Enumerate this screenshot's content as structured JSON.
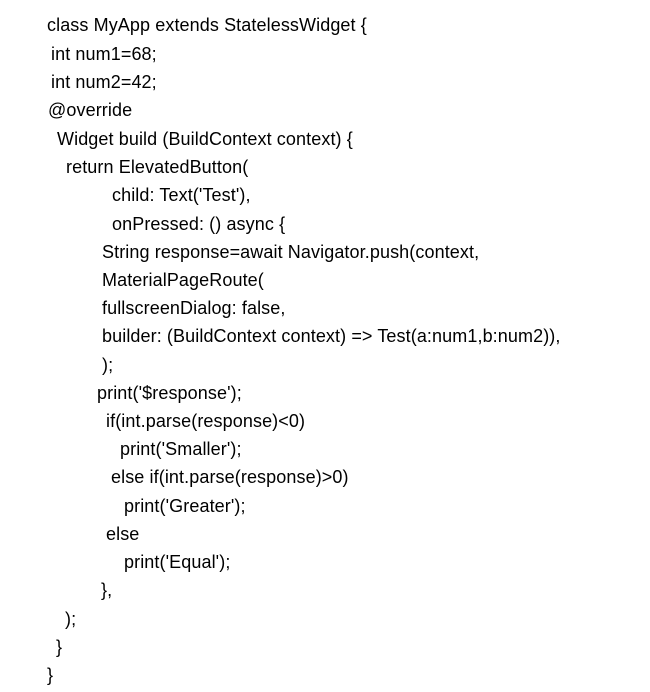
{
  "code": {
    "lines": [
      "class MyApp extends StatelessWidget {",
      "int num1=68;",
      "int num2=42;",
      "@override",
      "Widget build (BuildContext context) {",
      "return ElevatedButton(",
      "child: Text('Test'),",
      "onPressed: () async {",
      "String response=await Navigator.push(context,",
      "MaterialPageRoute(",
      "fullscreenDialog: false,",
      "builder: (BuildContext context) => Test(a:num1,b:num2)),",
      ");",
      "print('$response');",
      "if(int.parse(response)<0)",
      "print('Smaller');",
      "else if(int.parse(response)>0)",
      "print('Greater');",
      "else",
      "print('Equal');",
      "},",
      ");",
      "}",
      "}"
    ]
  }
}
